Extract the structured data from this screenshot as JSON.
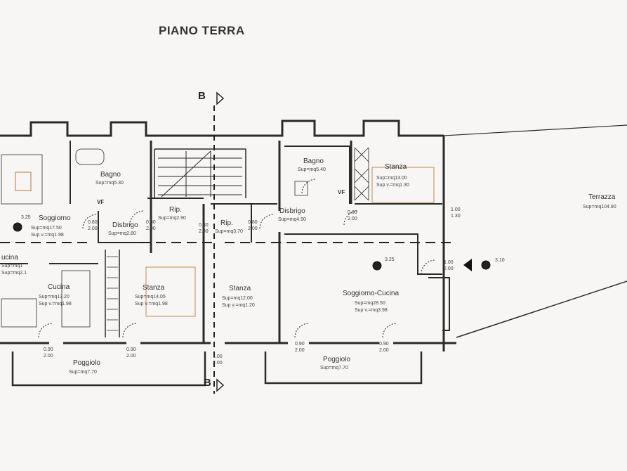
{
  "title": "PIANO TERRA",
  "section_marker": "B",
  "rooms": {
    "soggiorno_left": {
      "name": "Soggiorno",
      "sup": "Sup=mq17.50",
      "supv": "Sup v.=mq1.98"
    },
    "bagno_left": {
      "name": "Bagno",
      "sup": "Sup=mq5.30"
    },
    "disbrigo_left": {
      "name": "Disbrigo",
      "sup": "Sup=mq2.80"
    },
    "rip_left": {
      "name": "Rip.",
      "sup": "Sup=mq2.90"
    },
    "rip_mid": {
      "name": "Rip.",
      "sup": "Sup=mq3.70"
    },
    "cucina_partial": {
      "name": "ucina",
      "sup": "Sup=mq1",
      "supv": "Sup=mq2.1"
    },
    "cucina": {
      "name": "Cucina",
      "sup": "Sup=mq13.20",
      "supv": "Sup v.=mq1.98"
    },
    "stanza_left": {
      "name": "Stanza",
      "sup": "Sup=mq14.05",
      "supv": "Sup v.=mq1.98"
    },
    "stanza_mid": {
      "name": "Stanza",
      "sup": "Sup=mq12.00",
      "supv": "Sup v.=mq1.20"
    },
    "bagno_right": {
      "name": "Bagno",
      "sup": "Sup=mq5.40"
    },
    "disbrigo_right": {
      "name": "Disbrigo",
      "sup": "Sup=mq4.90"
    },
    "stanza_right": {
      "name": "Stanza",
      "sup": "Sup=mq13.00",
      "supv": "Sup v.=mq1.30"
    },
    "soggiorno_cucina": {
      "name": "Soggiorno-Cucina",
      "sup": "Sup=mq28.50",
      "supv": "Sup v.=mq3.98"
    },
    "terrazza": {
      "name": "Terrazza",
      "sup": "Sup=mq104.90"
    },
    "poggiolo_left": {
      "name": "Poggiolo",
      "sup": "Sup=mq7.70"
    },
    "poggiolo_right": {
      "name": "Poggiolo",
      "sup": "Sup=mq7.70"
    }
  },
  "vf_label": "VF",
  "levels": {
    "l1": "3.25",
    "l2": "3.25",
    "l3": "3.10"
  },
  "dimensions": {
    "d080_200": [
      "0.80",
      "2.00"
    ],
    "d090_200": [
      "0.90",
      "2.00"
    ],
    "d100_200": [
      "1.00",
      "2.00"
    ],
    "d100_130": [
      "1.00",
      "1.30"
    ]
  }
}
